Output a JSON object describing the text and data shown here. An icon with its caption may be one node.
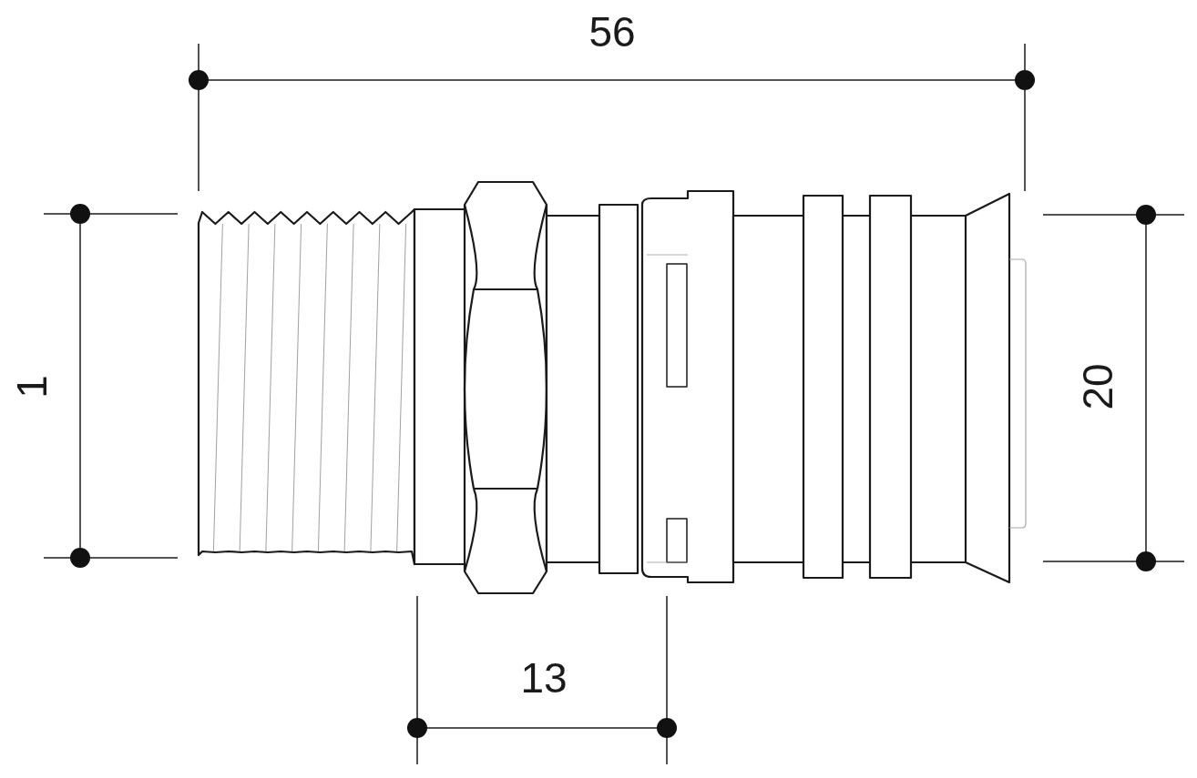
{
  "diagram": {
    "labels": [
      "56",
      "1",
      "20",
      "13"
    ]
  }
}
